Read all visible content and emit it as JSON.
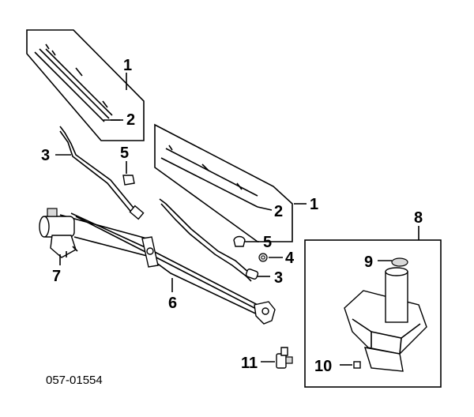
{
  "figure": {
    "code": "057-01554",
    "callouts": {
      "c1a": "1",
      "c2a": "2",
      "c1b": "1",
      "c2b": "2",
      "c3a": "3",
      "c3b": "3",
      "c4": "4",
      "c5a": "5",
      "c5b": "5",
      "c6": "6",
      "c7": "7",
      "c8": "8",
      "c9": "9",
      "c10": "10",
      "c11": "11"
    }
  }
}
